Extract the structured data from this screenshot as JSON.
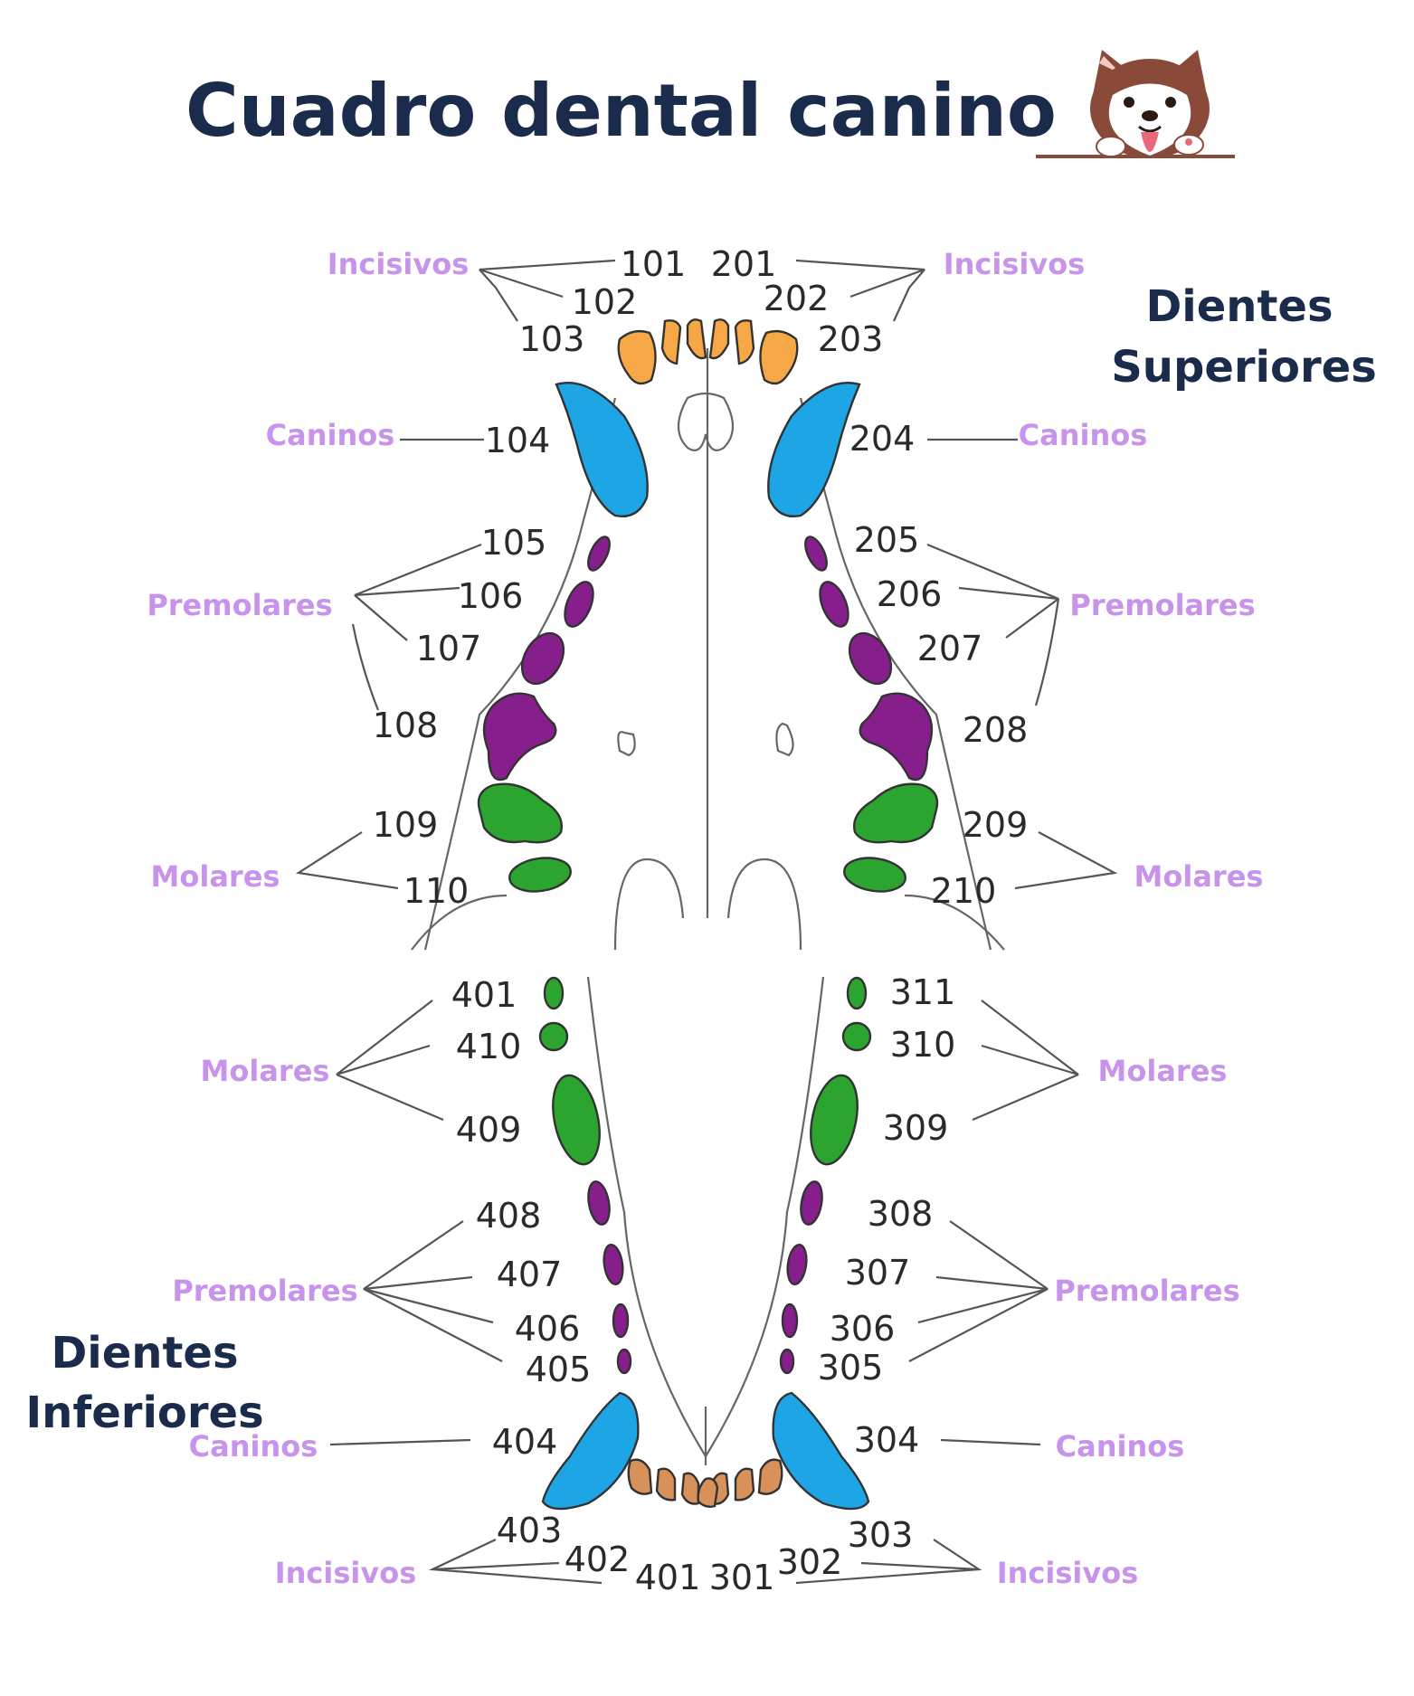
{
  "title": "Cuadro dental canino",
  "upper_jaw_label": [
    "Dientes",
    "Superiores"
  ],
  "lower_jaw_label": [
    "Dientes",
    "Inferiores"
  ],
  "categories": {
    "incisors": "Incisivos",
    "canines": "Caninos",
    "premolars": "Premolares",
    "molars": "Molares"
  },
  "colors": {
    "incisors": "#f5a845",
    "canines": "#1ea5e6",
    "premolars": "#861e8c",
    "molars": "#2ca530",
    "lower_incisors": "#d9915a"
  },
  "upper_teeth": {
    "right_side": {
      "incisors": [
        "101",
        "102",
        "103"
      ],
      "canine": "104",
      "premolars": [
        "105",
        "106",
        "107",
        "108"
      ],
      "molars": [
        "109",
        "110"
      ]
    },
    "left_side": {
      "incisors": [
        "201",
        "202",
        "203"
      ],
      "canine": "204",
      "premolars": [
        "205",
        "206",
        "207",
        "208"
      ],
      "molars": [
        "209",
        "210"
      ]
    }
  },
  "lower_teeth": {
    "right_side": {
      "molars": [
        "401",
        "410",
        "409"
      ],
      "premolars": [
        "408",
        "407",
        "406",
        "405"
      ],
      "canine": "404",
      "incisors": [
        "403",
        "402",
        "401"
      ]
    },
    "left_side": {
      "molars": [
        "311",
        "310",
        "309"
      ],
      "premolars": [
        "308",
        "307",
        "306",
        "305"
      ],
      "canine": "304",
      "incisors": [
        "303",
        "302",
        "301"
      ]
    }
  },
  "logo_icon": "husky-dog-icon"
}
